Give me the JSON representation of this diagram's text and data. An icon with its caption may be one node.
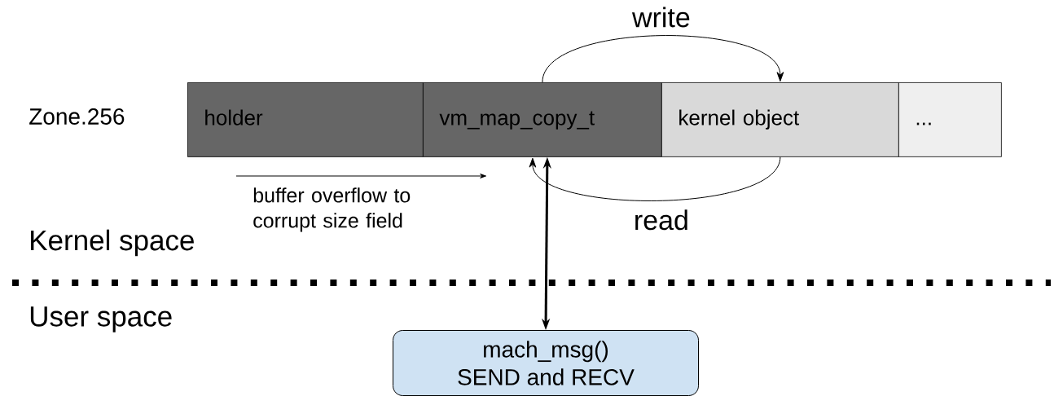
{
  "diagram": {
    "nodes": [
      {
        "text": [
          "holder"
        ]
      },
      {
        "text": [
          "vm_map_copy_t"
        ]
      },
      {
        "text": [
          "kernel object"
        ]
      },
      {
        "text": [
          "..."
        ]
      },
      {
        "text": [
          "mach_msg()",
          "SEND and RECV"
        ]
      }
    ],
    "edges": [
      {
        "from": 1,
        "to": 2,
        "arrow": "to",
        "label": "write"
      },
      {
        "from": 2,
        "to": 1,
        "arrow": "to",
        "label": "read"
      },
      {
        "from": 1,
        "to": 4,
        "arrow": "both",
        "style": "thick"
      }
    ],
    "labels": [
      "Zone.256",
      "buffer overflow to corrupt size field",
      "Kernel space",
      "User space"
    ]
  }
}
